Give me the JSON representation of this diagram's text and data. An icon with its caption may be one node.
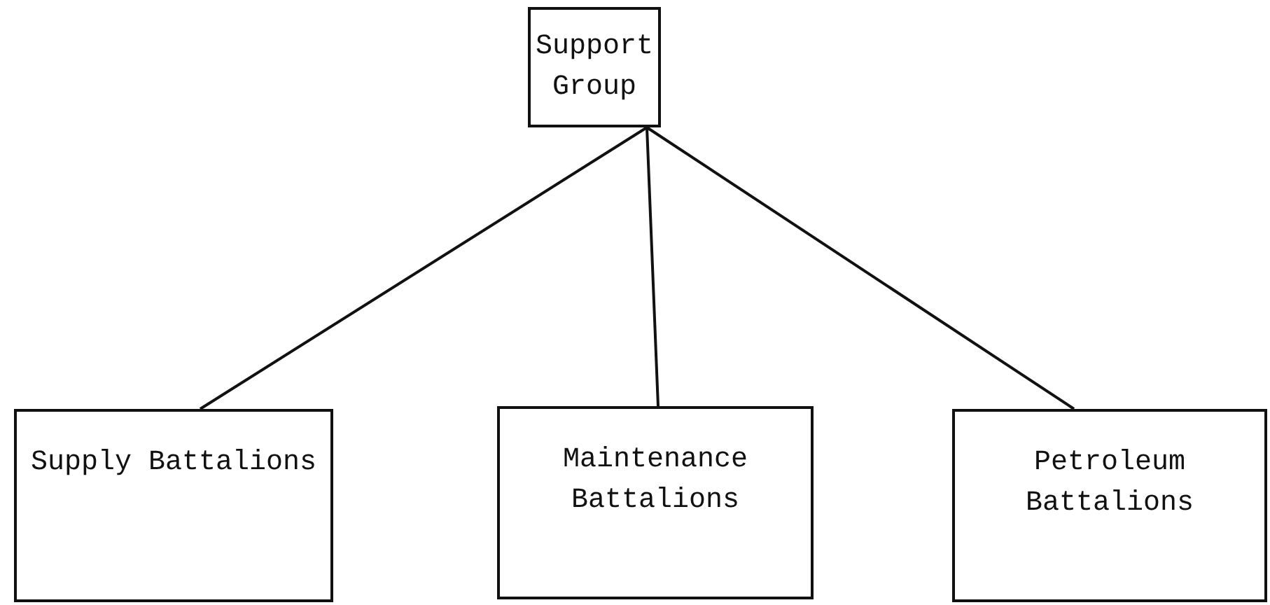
{
  "diagram": {
    "nodes": [
      {
        "text": [
          "Support Group"
        ]
      },
      {
        "text": [
          "Supply Battalions"
        ]
      },
      {
        "text": [
          "Maintenance Battalions"
        ]
      },
      {
        "text": [
          "Petroleum Battalions"
        ]
      }
    ],
    "edges": [
      {
        "from": 0,
        "to": 1,
        "arrow": "none"
      },
      {
        "from": 0,
        "to": 2,
        "arrow": "none"
      },
      {
        "from": 0,
        "to": 3,
        "arrow": "none"
      }
    ]
  }
}
